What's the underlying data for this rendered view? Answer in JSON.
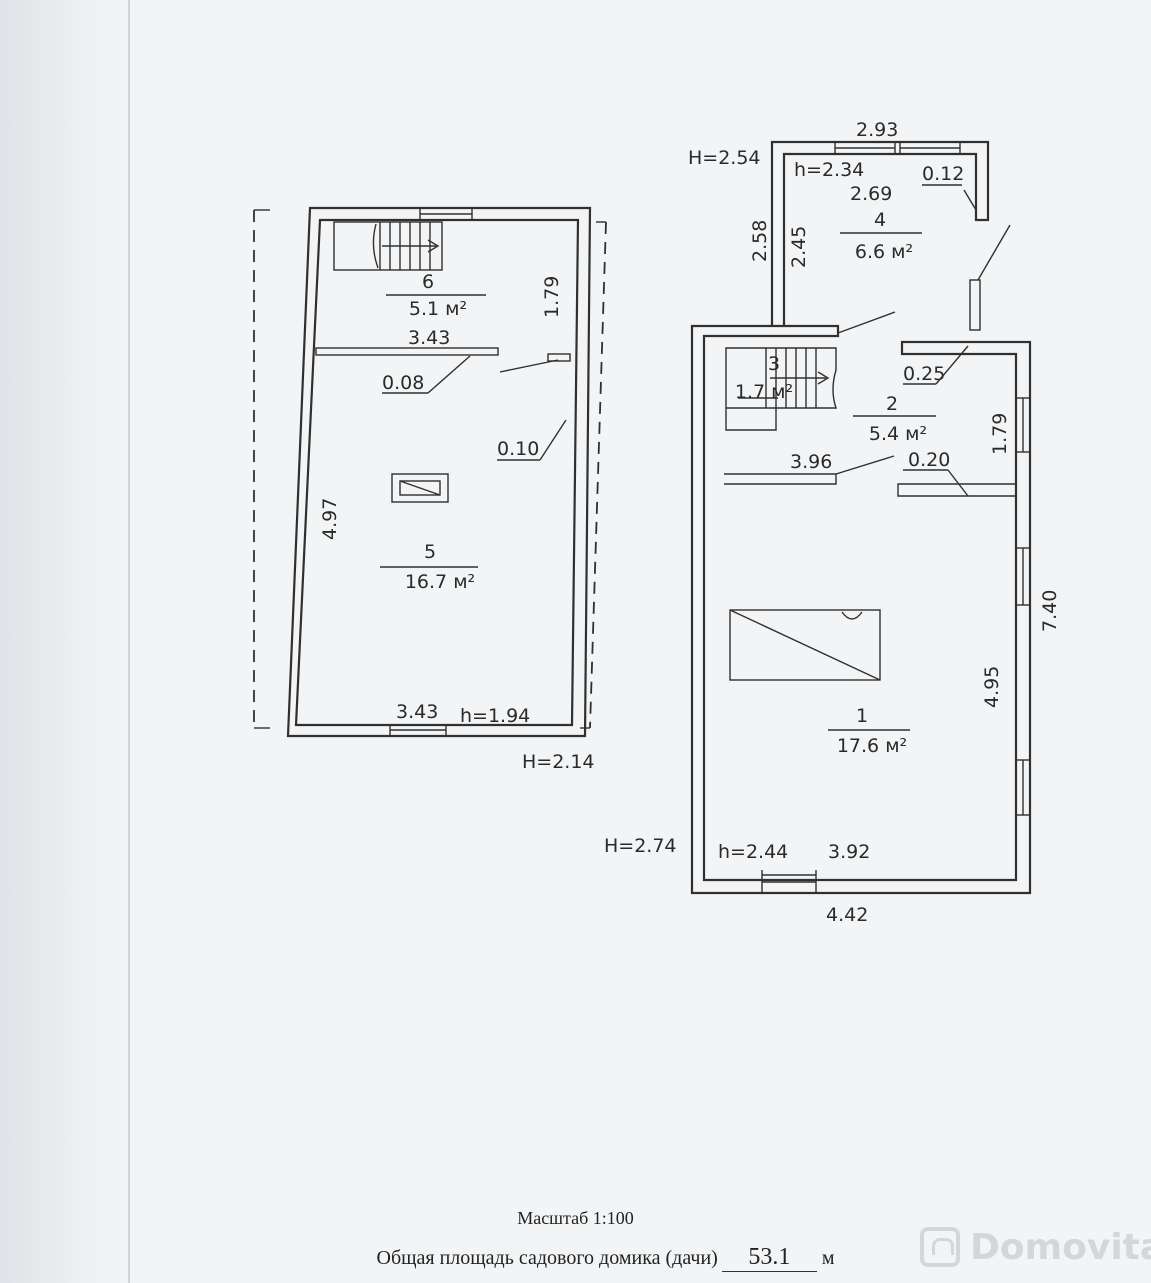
{
  "floor_upper": {
    "room5": {
      "number": "5",
      "area": "16.7 м²"
    },
    "room6": {
      "number": "6",
      "area": "5.1 м²"
    },
    "dims": {
      "room6_height": "1.79",
      "room6_width": "3.43",
      "partition_thickness": "0.08",
      "wall_thickness": "0.10",
      "room5_length": "4.97",
      "bottom_width": "3.43",
      "inner_height": "h=1.94",
      "outer_height": "H=2.14"
    }
  },
  "floor_ground": {
    "room1": {
      "number": "1",
      "area": "17.6 м²"
    },
    "room2": {
      "number": "2",
      "area": "5.4 м²"
    },
    "room3": {
      "number": "3",
      "area": "1.7 м²"
    },
    "room4": {
      "number": "4",
      "area": "6.6 м²"
    },
    "dims": {
      "veranda_outer_width": "2.93",
      "veranda_outer_height": "H=2.54",
      "veranda_inner_height": "h=2.34",
      "veranda_inner_width": "2.69",
      "veranda_wall": "0.12",
      "veranda_outer_length": "2.58",
      "veranda_inner_length": "2.45",
      "hall_wall": "0.25",
      "hall_length": "1.79",
      "partition_length": "3.96",
      "partition_thickness": "0.20",
      "total_length": "7.40",
      "room1_length": "4.95",
      "outer_height": "H=2.74",
      "inner_height": "h=2.44",
      "inner_width": "3.92",
      "outer_width": "4.42"
    }
  },
  "footer": {
    "scale": "Масштаб 1:100",
    "total_label": "Общая площадь садового домика (дачи)",
    "total_value": "53.1",
    "total_unit": "м"
  },
  "watermark": {
    "brand": "Domovita"
  }
}
